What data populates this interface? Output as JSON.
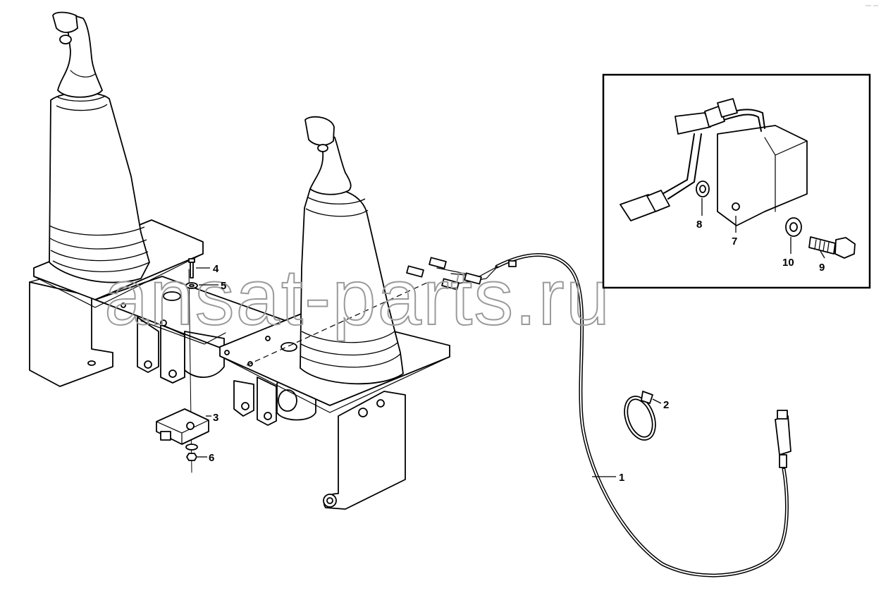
{
  "watermark": "ansat-parts.ru",
  "callouts": {
    "c1": "1",
    "c2": "2",
    "c3": "3",
    "c4": "4",
    "c5": "5",
    "c6": "6",
    "c7": "7",
    "c8": "8",
    "c9": "9",
    "c10": "10"
  },
  "colors": {
    "line": "#000000",
    "background": "#ffffff",
    "watermark": "#9a9a9a"
  }
}
